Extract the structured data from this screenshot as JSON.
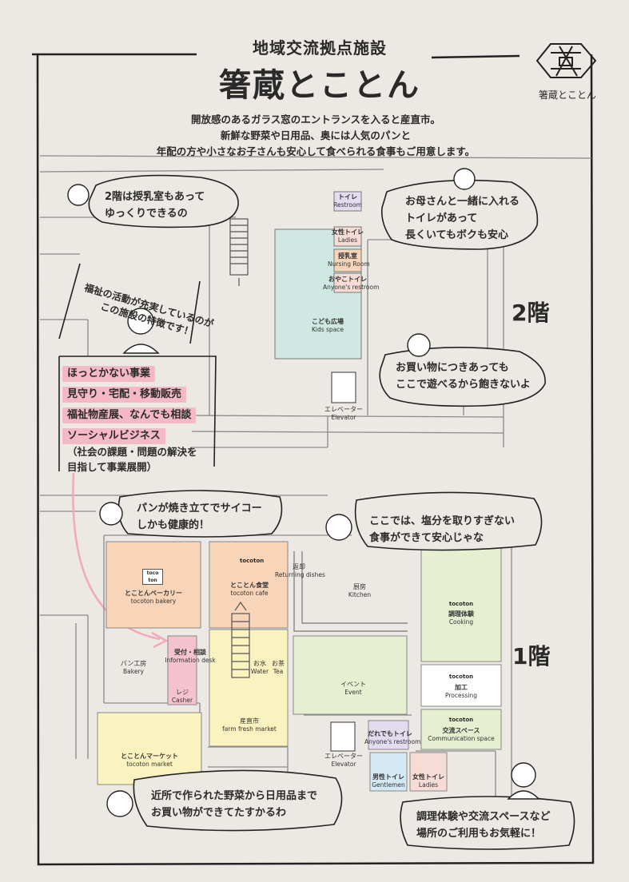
{
  "header": {
    "subtitle": "地域交流拠点施設",
    "title": "箸蔵とことん",
    "logo_text": "箸蔵とことん",
    "intro": [
      "開放感のあるガラス窓のエントランスを入ると産直市。",
      "新鮮な野菜や日用品、奥には人気のパンと",
      "年配の方や小さなお子さんも安心して食べられる食事もご用意します。"
    ]
  },
  "floors": {
    "second": "2階",
    "first": "1階"
  },
  "bubbles": {
    "nursing": [
      "2階は授乳室もあって",
      "ゆっくりできるの"
    ],
    "mother": [
      "お母さんと一緒に入れる",
      "トイレがあって",
      "長くいてもボクも安心"
    ],
    "welfare": [
      "福祉の活動が充実しているのが",
      "この施設の特徴です！"
    ],
    "kids": [
      "お買い物につきあっても",
      "ここで遊べるから飽きないよ"
    ],
    "bread": [
      "パンが焼き立てでサイコー",
      "しかも健康的！"
    ],
    "salt": [
      "ここでは、塩分を取りすぎない",
      "食事ができて安心じゃな"
    ],
    "vegetables": [
      "近所で作られた野菜から日用品まで",
      "お買い物ができてたすかるわ"
    ],
    "cooking": [
      "調理体験や交流スペースなど",
      "場所のご利用もお気軽に！"
    ]
  },
  "highlights": [
    "ほっとかない事業",
    "見守り・宅配・移動販売",
    "福祉物産展、なんでも相談",
    "ソーシャルビジネス"
  ],
  "highlight_note": [
    "（社会の課題・問題の解決を",
    "目指して事業展開）"
  ],
  "rooms_2f": {
    "toilet": {
      "jp": "トイレ",
      "en": "Restroom"
    },
    "ladies": {
      "jp": "女性トイレ",
      "en": "Ladies"
    },
    "nursing": {
      "jp": "授乳室",
      "en": "Nursing Room"
    },
    "anyone": {
      "jp": "おやこトイレ",
      "en": "Anyone's restroom"
    },
    "kids": {
      "jp": "こども広場",
      "en": "Kids space"
    },
    "elevator": {
      "jp": "エレベーター",
      "en": "Elevator"
    }
  },
  "rooms_1f": {
    "bakery": {
      "jp": "とことんベーカリー",
      "en": "tocoton bakery",
      "badge": "toco ton"
    },
    "cafe": {
      "jp": "とことん食堂",
      "en": "tocoton cafe",
      "badge": "tocoton"
    },
    "dishes": {
      "jp": "返却",
      "en": "Returning dishes"
    },
    "kitchen": {
      "jp": "厨房",
      "en": "Kitchen"
    },
    "cooking": {
      "jp": "調理体験",
      "en": "Cooking",
      "badge": "tocoton"
    },
    "processing": {
      "jp": "加工",
      "en": "Processing",
      "badge": "tocoton"
    },
    "communication": {
      "jp": "交流スペース",
      "en": "Communication space",
      "badge": "tocoton"
    },
    "info": {
      "jp": "受付・相談",
      "en": "Information desk"
    },
    "bakery_kitchen": {
      "jp": "パン工房",
      "en": "Bakery"
    },
    "water": {
      "jp": "お水",
      "en": "Water"
    },
    "tea": {
      "jp": "お茶",
      "en": "Tea"
    },
    "cashier": {
      "jp": "レジ",
      "en": "Casher"
    },
    "event": {
      "jp": "イベント",
      "en": "Event"
    },
    "market_fresh": {
      "jp": "産直市",
      "en": "farm fresh market"
    },
    "market": {
      "jp": "とことんマーケット",
      "en": "tocoton market"
    },
    "elevator": {
      "jp": "エレベーター",
      "en": "Elevator"
    },
    "anyone": {
      "jp": "だれでもトイレ",
      "en": "Anyone's restroom"
    },
    "gentlemen": {
      "jp": "男性トイレ",
      "en": "Gentlemen"
    },
    "ladies": {
      "jp": "女性トイレ",
      "en": "Ladies"
    }
  },
  "colors": {
    "background": "#ece8e3",
    "kids_space": "#cfe8e2",
    "orange_room": "#f8d4b8",
    "yellow_room": "#fbf3bf",
    "green_room": "#e6efd0",
    "pink_highlight": "#f4b8c6",
    "blue_toilet": "#d5e8f5",
    "purple_toilet": "#e3dcef"
  }
}
